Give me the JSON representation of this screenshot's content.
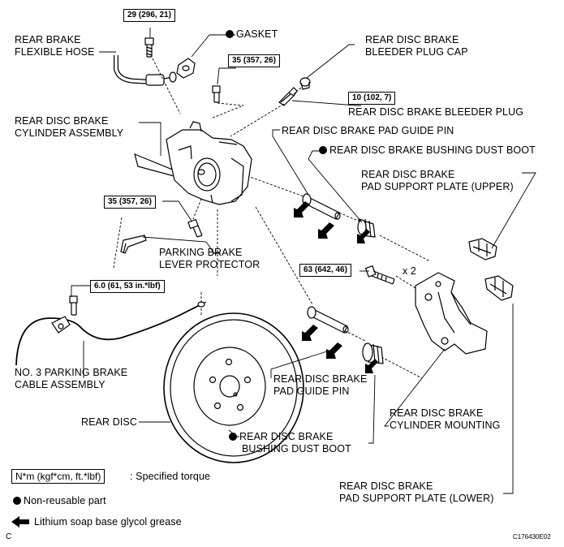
{
  "labels": {
    "rear_brake_flexible_hose_1": "REAR BRAKE",
    "rear_brake_flexible_hose_2": "FLEXIBLE HOSE",
    "gasket": "GASKET",
    "bleeder_plug_cap_1": "REAR DISC BRAKE",
    "bleeder_plug_cap_2": "BLEEDER PLUG CAP",
    "bleeder_plug": "REAR DISC BRAKE BLEEDER PLUG",
    "cylinder_assembly_1": "REAR DISC BRAKE",
    "cylinder_assembly_2": "CYLINDER ASSEMBLY",
    "pad_guide_pin_top": "REAR DISC BRAKE PAD GUIDE PIN",
    "bushing_dust_boot_top": "REAR DISC BRAKE BUSHING DUST BOOT",
    "pad_support_upper_1": "REAR DISC BRAKE",
    "pad_support_upper_2": "PAD SUPPORT PLATE (UPPER)",
    "parking_brake_lever_protector_1": "PARKING BRAKE",
    "parking_brake_lever_protector_2": "LEVER PROTECTOR",
    "x2": "x 2",
    "parking_brake_cable_1": "NO. 3 PARKING BRAKE",
    "parking_brake_cable_2": "CABLE ASSEMBLY",
    "pad_guide_pin_bottom_1": "REAR DISC BRAKE",
    "pad_guide_pin_bottom_2": "PAD GUIDE PIN",
    "rear_disc": "REAR DISC",
    "cylinder_mounting_1": "REAR DISC BRAKE",
    "cylinder_mounting_2": "CYLINDER MOUNTING",
    "bushing_dust_boot_bottom_1": "REAR DISC BRAKE",
    "bushing_dust_boot_bottom_2": "BUSHING DUST BOOT",
    "pad_support_lower_1": "REAR DISC BRAKE",
    "pad_support_lower_2": "PAD SUPPORT PLATE (LOWER)"
  },
  "torques": {
    "t1": "29 (296, 21)",
    "t2": "35 (357, 26)",
    "t3": "10 (102, 7)",
    "t4": "35 (357, 26)",
    "t5": "63 (642, 46)",
    "t6": "6.0 (61, 53 in.*lbf)"
  },
  "legend": {
    "torque_box": "N*m (kgf*cm, ft.*lbf)",
    "torque_desc": ": Specified torque",
    "non_reusable": "Non-reusable part",
    "grease": "Lithium soap base glycol grease"
  },
  "footer": {
    "left_code": "C",
    "figure_id": "C176430E02"
  },
  "colors": {
    "ink": "#000000",
    "background": "#ffffff"
  }
}
